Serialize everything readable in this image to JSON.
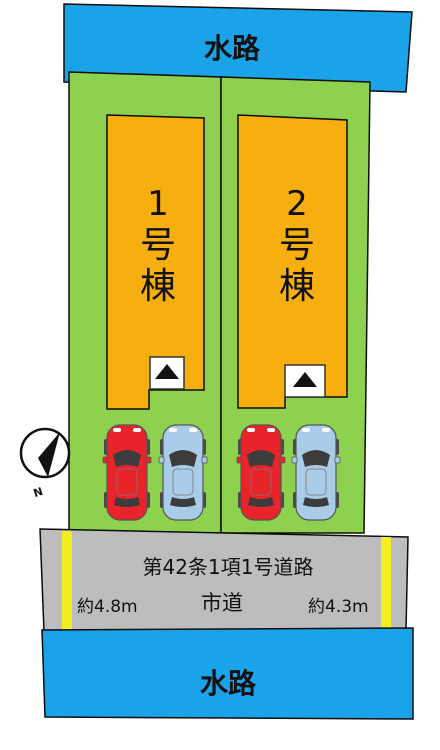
{
  "waterway_top": {
    "label": "水路"
  },
  "waterway_bottom": {
    "label": "水路"
  },
  "lots": [
    {
      "number": "1",
      "char1": "号",
      "char2": "棟"
    },
    {
      "number": "2",
      "char1": "号",
      "char2": "棟"
    }
  ],
  "road": {
    "line1": "第42条1項1号道路",
    "line2": "市道",
    "width_left": "約4.8m",
    "width_right": "約4.3m"
  },
  "compass": {
    "label": "N"
  },
  "colors": {
    "water": "#1aa3e8",
    "lawn": "#8dd14f",
    "building": "#f7ae0f",
    "road": "#bdbdbd",
    "marker": "#f2ee20",
    "car_red": "#e8232a",
    "car_blue": "#a9cde8"
  },
  "icons": {
    "entrance": "triangle-up-icon",
    "compass": "north-arrow-icon",
    "car": "car-icon"
  }
}
